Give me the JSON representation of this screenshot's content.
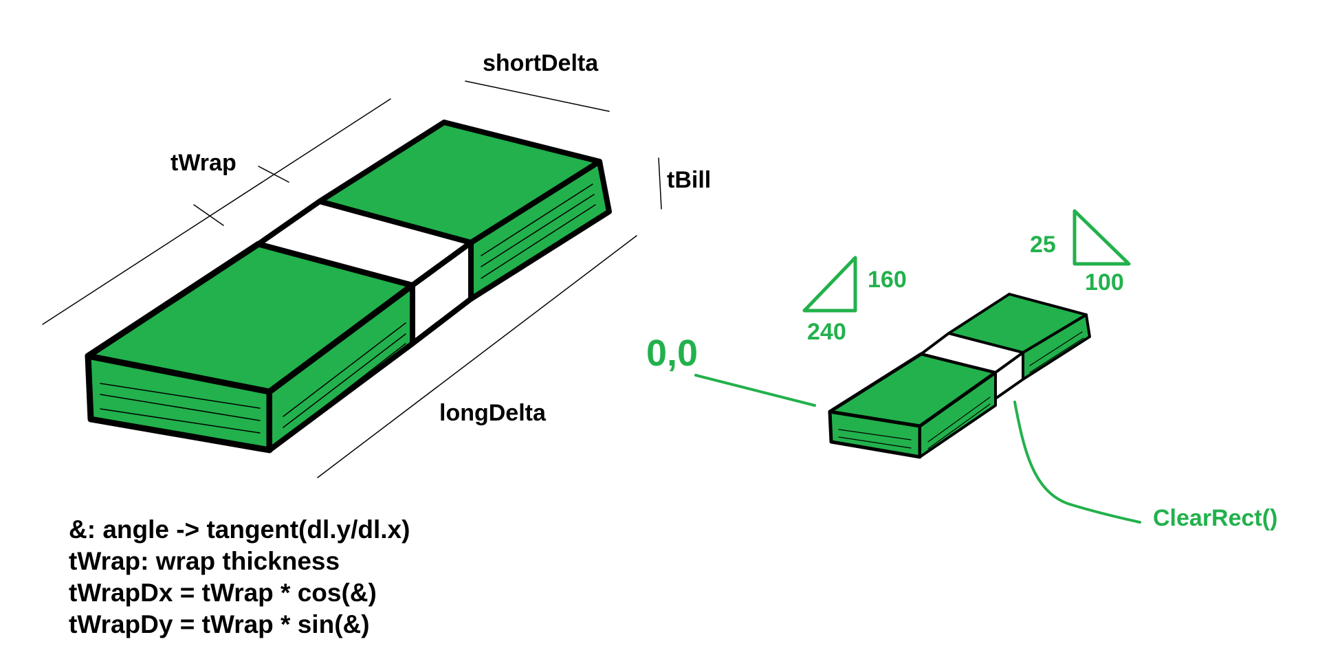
{
  "colors": {
    "bill_green": "#22b14c",
    "outline": "#000000",
    "annotation": "#22b14c",
    "band": "#ffffff"
  },
  "labels": {
    "shortDelta": "shortDelta",
    "tWrap": "tWrap",
    "tBill": "tBill",
    "longDelta": "longDelta",
    "origin": "0,0",
    "clearRect": "ClearRect()",
    "slope_a_rise": "160",
    "slope_a_run": "240",
    "slope_b_rise": "25",
    "slope_b_run": "100"
  },
  "legend": [
    "&: angle -> tangent(dl.y/dl.x)",
    "tWrap: wrap thickness",
    "tWrapDx = tWrap * cos(&)",
    "tWrapDy = tWrap * sin(&)"
  ]
}
